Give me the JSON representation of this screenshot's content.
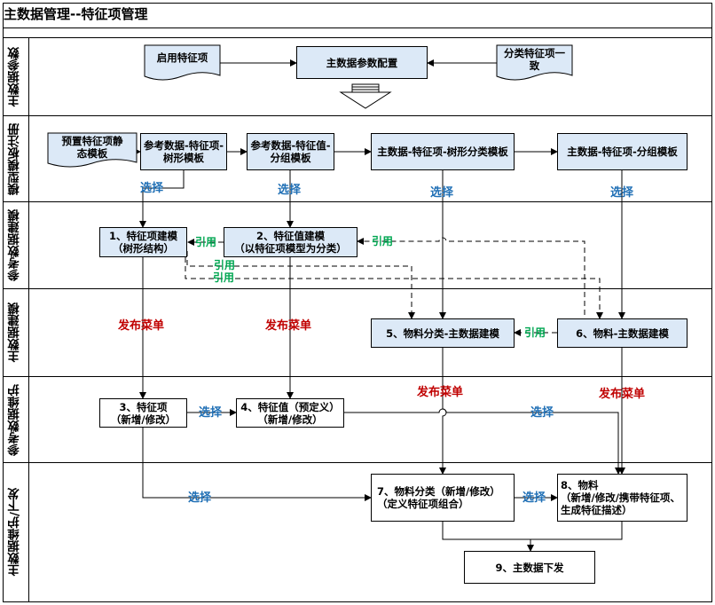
{
  "title": "主数据管理--特征项管理",
  "lanes": [
    {
      "id": "lane1",
      "label": "主数据参数"
    },
    {
      "id": "lane2",
      "label": "模型模板注册"
    },
    {
      "id": "lane3",
      "label": "参考数据建模"
    },
    {
      "id": "lane4",
      "label": "主数据建模"
    },
    {
      "id": "lane5",
      "label": "参考数据维护"
    },
    {
      "id": "lane6",
      "label": "主数据维护/下发"
    }
  ],
  "nodes": {
    "enable_feature": "启用特征项",
    "md_param_config": "主数据参数配置",
    "category_feature_consistent": "分类特征项一\n致",
    "preset_template": "预置特征项静\n态模板",
    "ref_tree_template": "参考数据-特征项-\n树形模板",
    "ref_group_template": "参考数据-特征值-\n分组模板",
    "md_tree_template": "主数据-特征项-树形分类模板",
    "md_group_template": "主数据-特征项-分组模板",
    "step1": "1、特征项建模\n（树形结构）",
    "step2": "2、特征值建模\n（以特征项模型为分类）",
    "step5": "5、物料分类-主数据建模",
    "step6": "6、物料-主数据建模",
    "step3": "3、特征项\n（新增/修改）",
    "step4": "4、特征值（预定义）\n（新增/修改）",
    "step7": "7、物料分类（新增/修改）\n（定义特征项组合）",
    "step8": "8、物料\n（新增/修改/携带特征项、\n生成特征描述）",
    "step9": "9、主数据下发"
  },
  "labels": {
    "select": "选择",
    "cite": "引用",
    "publish_menu": "发布菜单"
  },
  "colors": {
    "box_fill": "#dce9f7",
    "select_text": "#1f6fb5",
    "publish_text": "#c00000",
    "cite_text": "#00a651"
  }
}
